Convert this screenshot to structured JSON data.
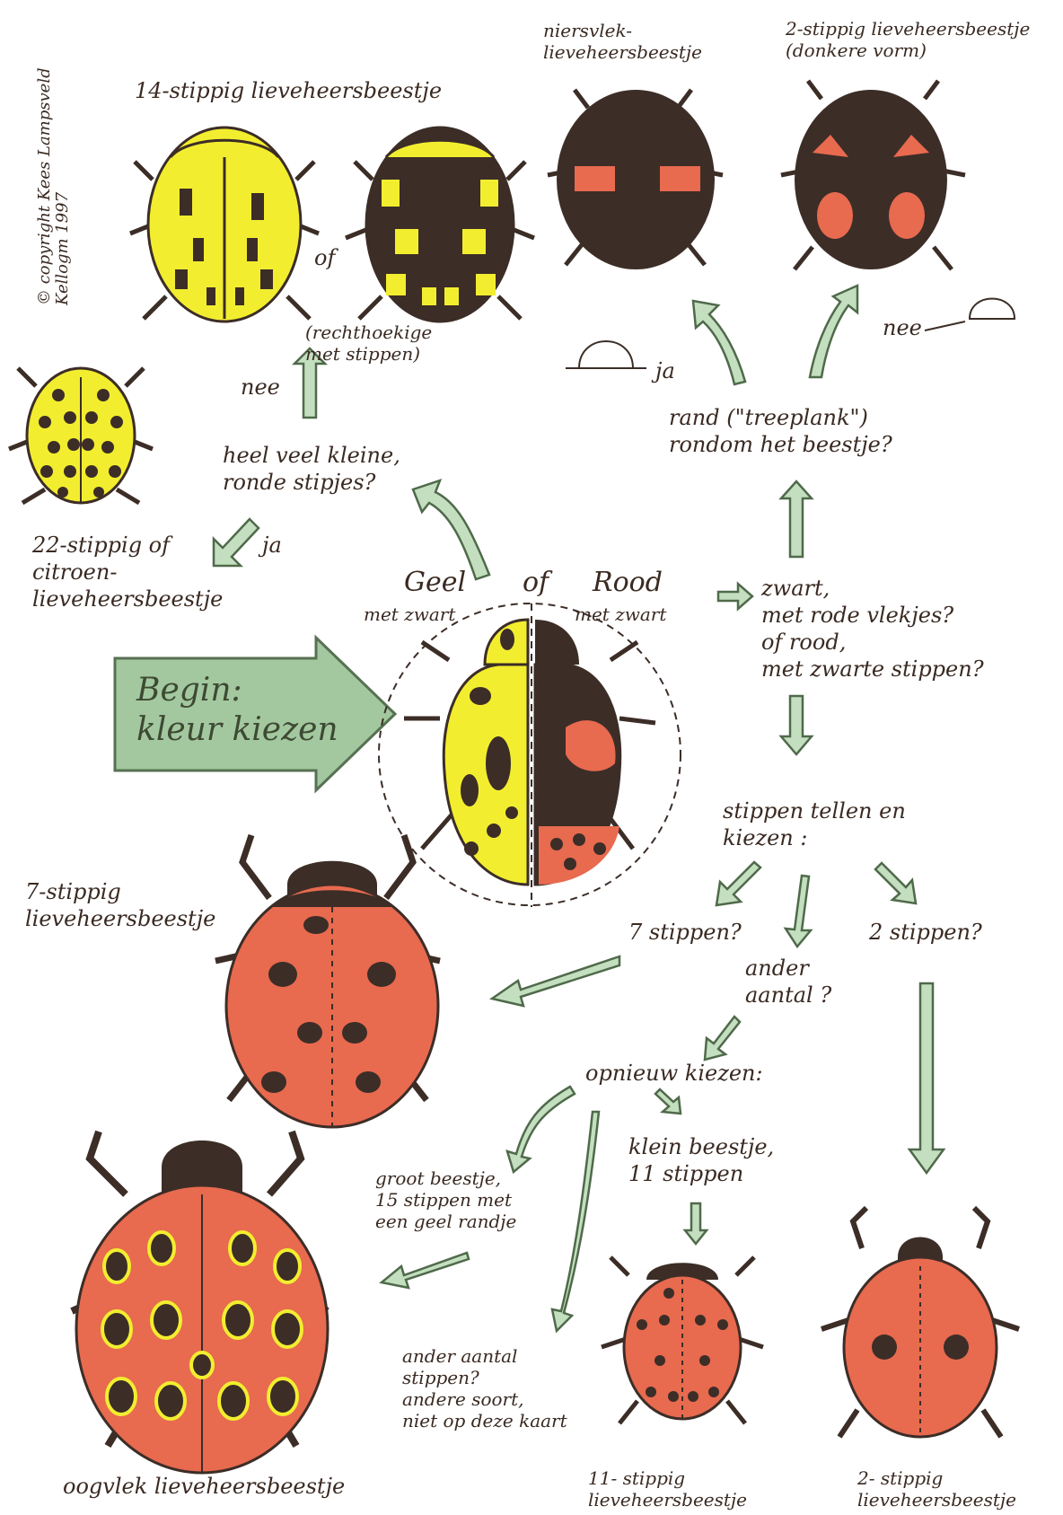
{
  "colors": {
    "yellow": "#f2ee2f",
    "red": "#e86a4f",
    "black": "#3c2d27",
    "arrow_green": "#c4dfc0",
    "arrow_outline": "#4f6a4a"
  },
  "copyright": "© copyright Kees Lampsveld\nKellogm 1997",
  "begin": "Begin:\nkleur kiezen",
  "start_question": {
    "geel": "Geel",
    "of": "of",
    "rood": "Rood",
    "met_zwart_left": "met zwart",
    "met_zwart_right": "met zwart"
  },
  "yellow_branch": {
    "species_14": "14-stippig lieveheersbeestje",
    "or": "of",
    "rectangular_note": "(rechthoekige\nmet stippen)",
    "nee": "nee",
    "question": "heel veel kleine,\nronde stipjes?",
    "ja": "ja",
    "species_22": "22-stippig of\ncitroen-\nlieveheersbeestje"
  },
  "black_branch": {
    "question_dark": "zwart,\nmet rode vlekjes?\nof rood,\nmet zwarte stippen?",
    "question_rim": "rand (\"treeplank\")\nrondom het beestje?",
    "ja": "ja",
    "nee": "nee",
    "species_niersvlek": "niersvlek-\nlieveheersbeestje",
    "species_2_dark": "2-stippig lieveheersbeestje\n(donkere vorm)"
  },
  "count_branch": {
    "instruction": "stippen tellen en\nkiezen :",
    "seven": "7 stippen?",
    "other": "ander\naantal ?",
    "two": "2 stippen?",
    "species_7": "7-stippig\nlieveheersbeestje",
    "choose_again": "opnieuw kiezen:",
    "big": "groot beestje,\n15 stippen met\neen geel randje",
    "small": "klein beestje,\n11 stippen",
    "other_count": "ander aantal\nstippen?\nandere soort,\nniet op deze kaart",
    "species_oogvlek": "oogvlek lieveheersbeestje",
    "species_11": "11- stippig\nlieveheersbeestje",
    "species_2": "2- stippig\nlieveheersbeestje"
  }
}
